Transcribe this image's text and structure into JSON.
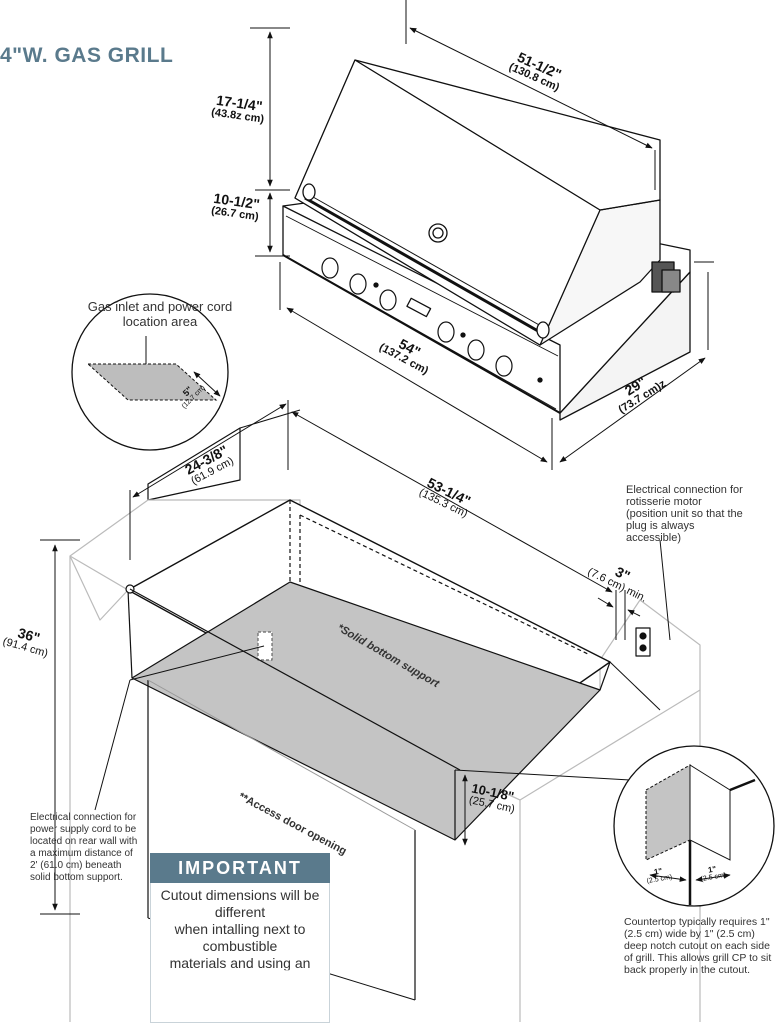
{
  "title": "4\"W. GAS GRILL",
  "labels": {
    "gas_inlet": "Gas inlet and power cord location area",
    "rotisserie": "Electrical connection for rotisserie motor (position unit so that the plug is always accessible)",
    "power_supply": "Electrical connection for power supply cord to be located on rear wall with a maximum distance of 2' (61.0 cm) beneath solid bottom support.",
    "countertop": "Countertop typically requires 1\" (2.5 cm) wide by 1\" (2.5 cm) deep notch cutout on each side of grill. This allows grill CP to sit back properly in the cutout.",
    "solid_bottom": "*Solid bottom support",
    "access_door": "**Access door opening"
  },
  "dims": {
    "hood_width": {
      "in": "51-1/2\"",
      "cm": "(130.8 cm)"
    },
    "hood_height": {
      "in": "17-1/4\"",
      "cm": "(43.8z cm)"
    },
    "body_height": {
      "in": "10-1/2\"",
      "cm": "(26.7 cm)"
    },
    "grill_width": {
      "in": "54\"",
      "cm": "(137.2 cm)"
    },
    "grill_depth": {
      "in": "29\"",
      "cm": "(73.7 cm)z"
    },
    "inlet": {
      "in": "5\"",
      "cm": "(12.7 cm)"
    },
    "cutout_depth": {
      "in": "24-3/8\"",
      "cm": "(61.9 cm)"
    },
    "cutout_width": {
      "in": "53-1/4\"",
      "cm": "(135.3 cm)"
    },
    "clearance": {
      "in": "3\"",
      "cm": "(7.6 cm) min."
    },
    "counter_height": {
      "in": "36\"",
      "cm": "(91.4 cm)"
    },
    "cutout_height": {
      "in": "10-1/8\"",
      "cm": "(25.7 cm)"
    },
    "notch_a": {
      "in": "1\"",
      "cm": "(2.5 cm)"
    },
    "notch_b": {
      "in": "1\"",
      "cm": "(2.5 cm)"
    }
  },
  "important": {
    "heading": "IMPORTANT",
    "line1": "Cutout dimensions will be different",
    "line2": "when intalling next to combustible",
    "line3": "materials and using an IN.IK"
  }
}
